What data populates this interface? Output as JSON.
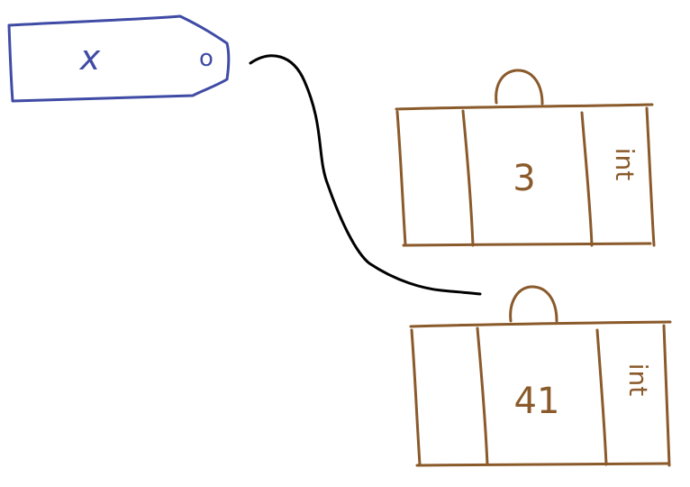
{
  "colors": {
    "label_ink": "#3F4BA5",
    "box_ink": "#8A5A2B",
    "pointer_ink": "#000000",
    "background": "#FFFFFF"
  },
  "tag": {
    "name": "x",
    "hole_mark": "o"
  },
  "boxes": [
    {
      "value": "3",
      "type": "int"
    },
    {
      "value": "41",
      "type": "int"
    }
  ]
}
